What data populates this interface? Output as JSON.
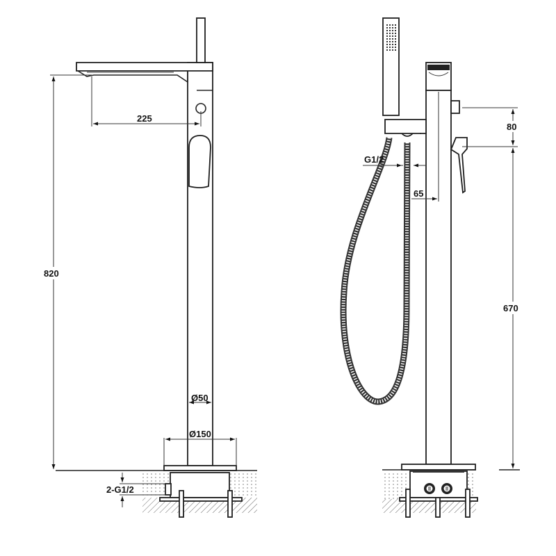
{
  "drawing": {
    "title": "Freestanding bath mixer with hand shower — dimensional drawing",
    "stroke_color": "#222222",
    "background": "#ffffff",
    "views": [
      {
        "name": "front-view",
        "dimensions": {
          "spout_reach": "225",
          "total_height": "820",
          "column_diameter": "Ø50",
          "base_diameter": "Ø150",
          "inlet_connection": "2-G1/2"
        }
      },
      {
        "name": "side-view",
        "dimensions": {
          "handle_spacing": "80",
          "handle_height": "670",
          "hose_connection": "G1/2",
          "hose_offset": "65"
        }
      }
    ]
  }
}
